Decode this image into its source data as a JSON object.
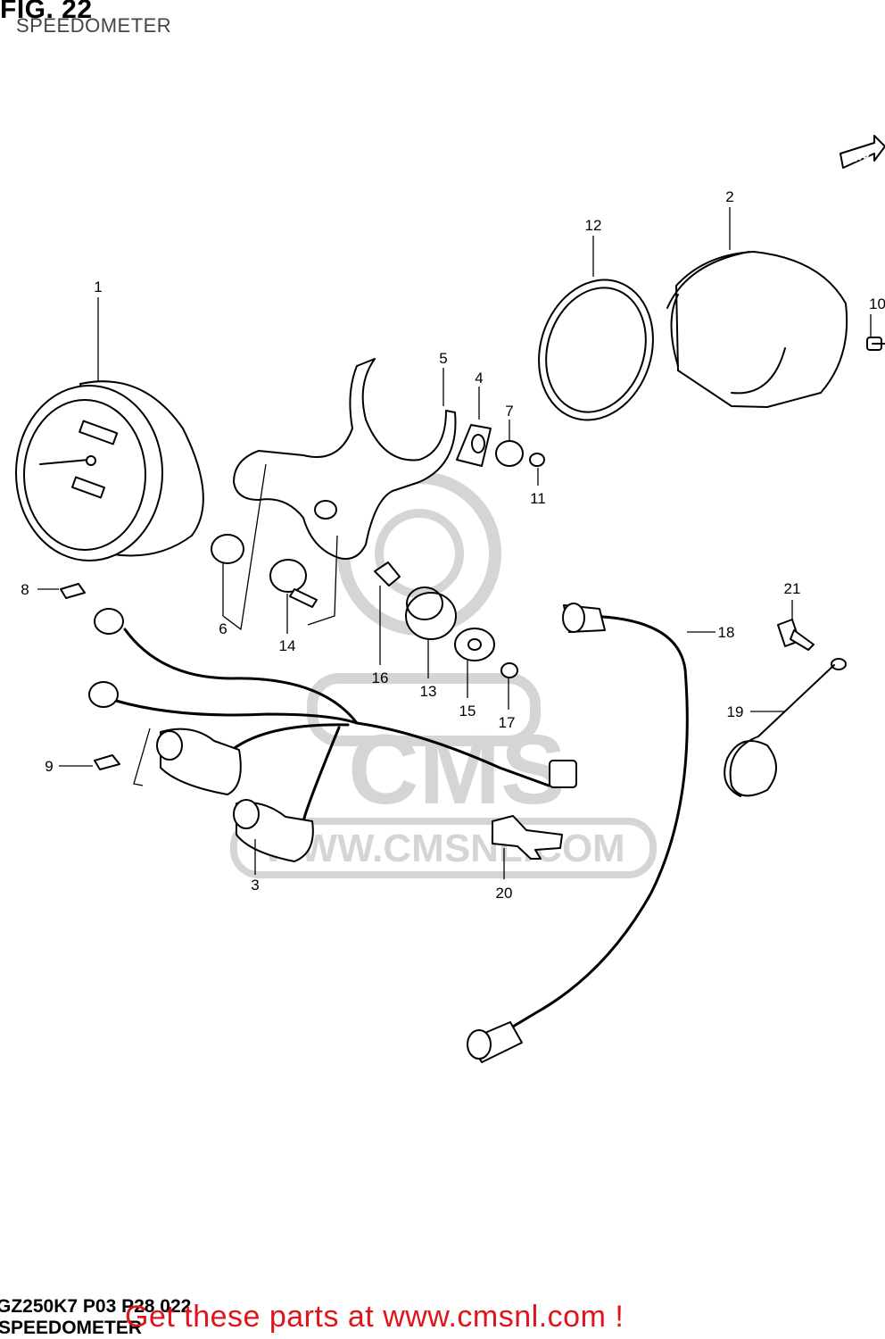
{
  "figure": {
    "title": "FIG. 22",
    "subtitle": "SPEEDOMETER"
  },
  "direction_tag": "FWD",
  "callouts": [
    "1",
    "2",
    "3",
    "4",
    "5",
    "6",
    "7",
    "8",
    "9",
    "10",
    "11",
    "12",
    "13",
    "14",
    "15",
    "16",
    "17",
    "18",
    "19",
    "20",
    "21"
  ],
  "watermark": {
    "logo_text": "CMS",
    "url": "WWW.CMSNL.COM"
  },
  "footer": {
    "model_code": "GZ250K7 P03 P28 022",
    "caption": "SPEEDOMETER",
    "promo": "Get these parts at www.cmsnl.com !",
    "promo_color": "#e0141b"
  }
}
